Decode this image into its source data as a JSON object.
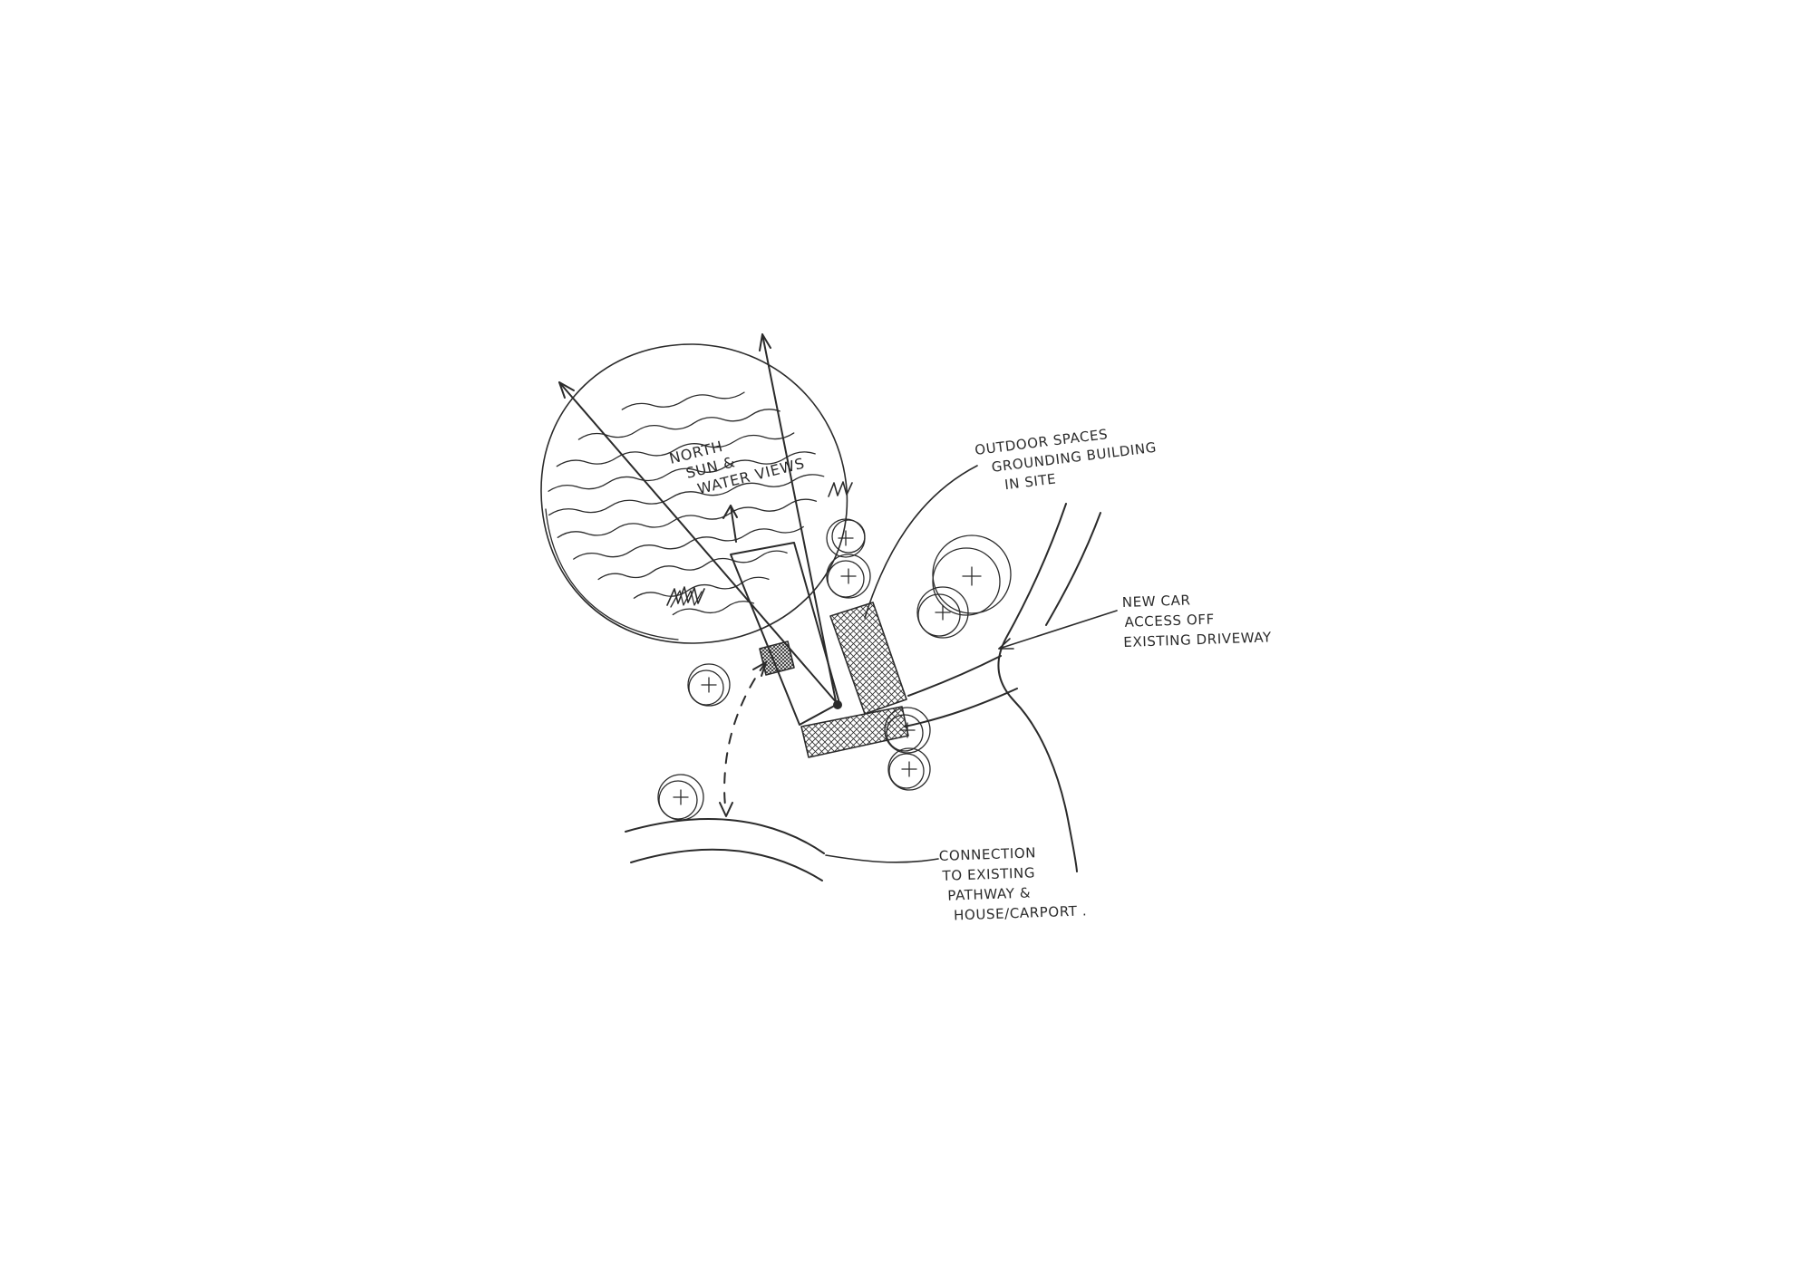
{
  "page": {
    "background_color": "#ffffff",
    "ink_color": "#2b2b2b"
  },
  "annotations": {
    "north_views": {
      "lines": [
        "NORTH",
        "SUN &",
        "WATER VIEWS"
      ]
    },
    "outdoor_spaces": {
      "lines": [
        "OUTDOOR SPACES",
        "GROUNDING BUILDING",
        "IN SITE"
      ]
    },
    "car_access": {
      "lines": [
        "NEW CAR",
        "ACCESS OFF",
        "EXISTING DRIVEWAY"
      ]
    },
    "connection": {
      "lines": [
        "CONNECTION",
        "TO EXISTING",
        "PATHWAY &",
        "HOUSE/CARPORT ."
      ]
    }
  }
}
